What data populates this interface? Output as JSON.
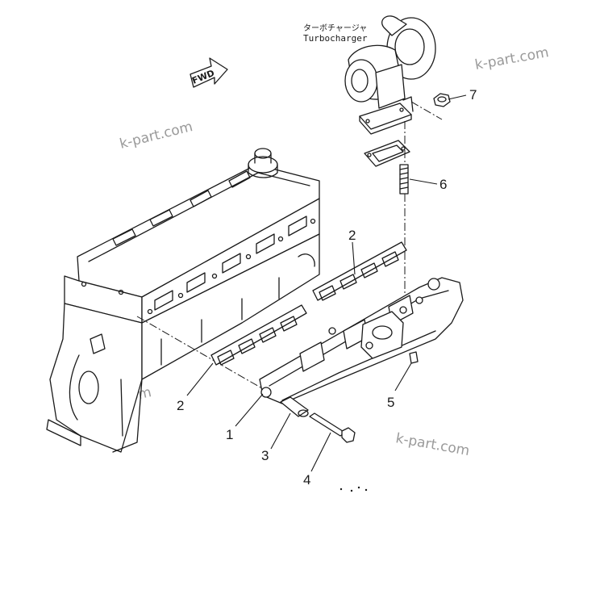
{
  "diagram": {
    "turbocharger_label_jp": "ターボチャージャ",
    "turbocharger_label_en": "Turbocharger",
    "fwd_label": "FWD",
    "watermark": "k-part.com",
    "callouts": {
      "c1": "1",
      "c2a": "2",
      "c2b": "2",
      "c3": "3",
      "c4": "4",
      "c5": "5",
      "c6": "6",
      "c7": "7"
    }
  }
}
